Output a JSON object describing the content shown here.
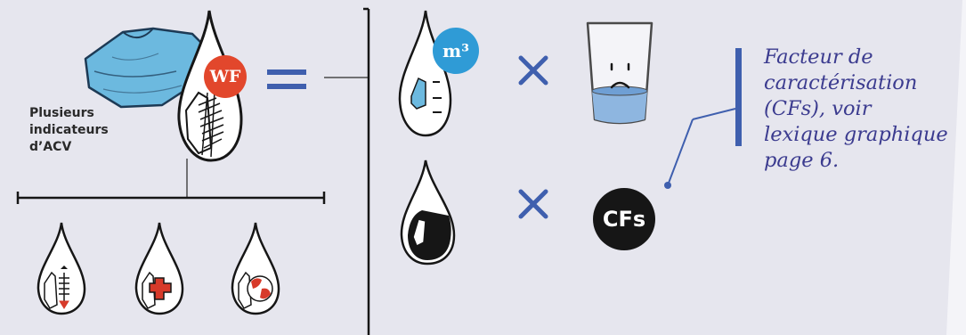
{
  "badges": {
    "wf": "WF",
    "m3": "m³",
    "cfs": "CFs"
  },
  "indicator_label": [
    "Plusieurs",
    "indicateurs",
    "d’ACV"
  ],
  "caption": [
    "Facteur de",
    "caractérisation",
    "(CFs), voir",
    "lexique graphique",
    "page 6."
  ],
  "icons": {
    "tshirt": "tshirt-icon",
    "water-drop": "water-drop-icon",
    "glass": "sad-water-glass-icon",
    "fish": "fish-skeleton-icon",
    "health": "red-cross-icon",
    "globe": "globe-icon"
  },
  "colors": {
    "background": "#e6e6ee",
    "accent_blue": "#3f5fae",
    "wf_red": "#e2472c",
    "m3_blue": "#2f9bd6",
    "caption_text": "#3b3b8f",
    "ink": "#161616"
  }
}
